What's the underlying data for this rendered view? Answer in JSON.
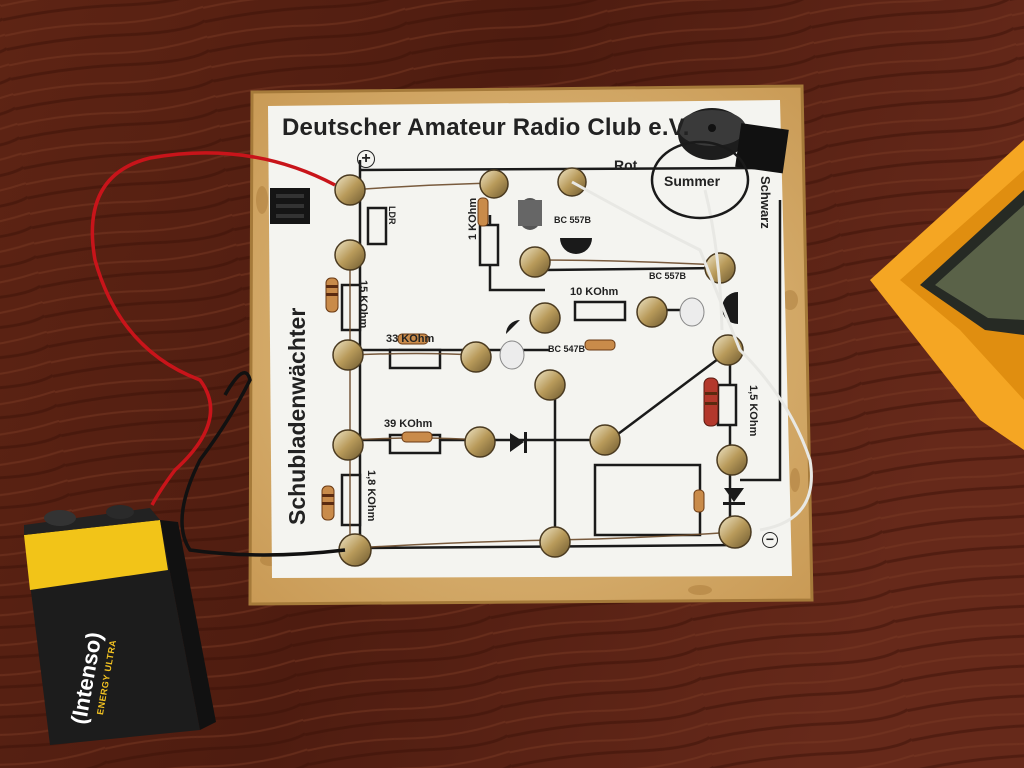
{
  "board": {
    "title": "Deutscher Amateur Radio Club e.V.",
    "side_title": "Schubladenwächter",
    "plus": "+",
    "minus": "−",
    "labels": {
      "rot": "Rot",
      "schwarz": "Schwarz",
      "summer": "Summer",
      "ldr": "LDR",
      "r_1k": "1 KOhm",
      "r_15k": "15 KOhm",
      "r_33k": "33 KOhm",
      "r_10k": "10 KOhm",
      "r_39k": "39 KOhm",
      "r_1_8k": "1,8 KOhm",
      "r_1_5k": "1,5 KOhm",
      "t1": "BC 557B",
      "t2": "BC 557B",
      "t3": "BC 547B"
    }
  },
  "battery": {
    "brand": "(Intenso)",
    "subline": "ENERGY ULTRA"
  },
  "colors": {
    "table": "#5a1e12",
    "osb": "#d8b070",
    "paper": "#f4f4f0",
    "solder": "#b89a5a",
    "battery_yellow": "#f2c418",
    "battery_black": "#1c1c1c",
    "meter_orange": "#f5a623",
    "wire_red": "#c8141a",
    "wire_black": "#111111",
    "wire_white": "#e8e8e4"
  }
}
